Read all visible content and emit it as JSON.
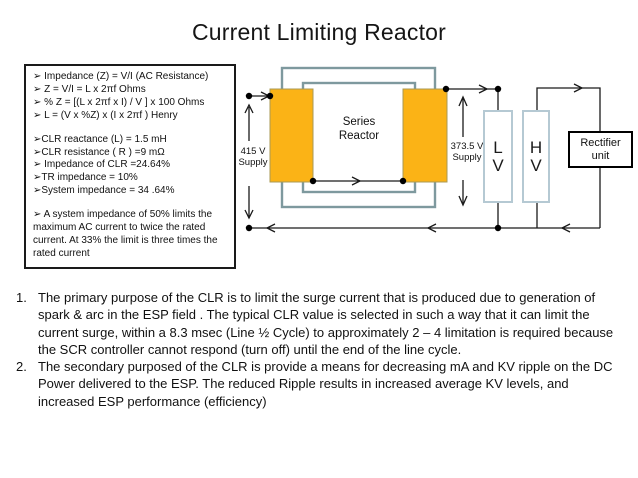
{
  "title": "Current Limiting Reactor",
  "info_box": {
    "lines": [
      "➢ Impedance (Z) = V/I (AC Resistance)",
      "➢ Z = V/I = L x 2πf  Ohms",
      "➢ % Z = [(L x 2πf x I) / V ] x 100 Ohms",
      "➢ L = (V x %Z) x (I x 2πf ) Henry",
      "",
      "➢CLR reactance (L) = 1.5 mH",
      "➢CLR resistance ( R ) =9 mΩ",
      "➢ Impedance of CLR =24.64%",
      "➢TR impedance = 10%",
      "➢System impedance = 34 .64%",
      "",
      "➢ A system impedance of 50% limits the maximum AC current to twice the rated current. At 33% the limit is three times the rated current"
    ]
  },
  "diagram": {
    "series_reactor_label": {
      "line1": "Series",
      "line2": "Reactor"
    },
    "supply_left": {
      "line1": "415 V",
      "line2": "Supply"
    },
    "supply_right": {
      "line1": "373.5 V",
      "line2": "Supply"
    },
    "lv_winding": {
      "line1": "L",
      "line2": "V"
    },
    "hv_winding": {
      "line1": "H",
      "line2": "V"
    },
    "rectifier": {
      "line1": "Rectifier",
      "line2": "unit"
    },
    "colors": {
      "coil_fill": "#fbb316",
      "core_outline": "#7e999e",
      "winding_border": "#b5c9d3",
      "wire": "#1a1a1a"
    }
  },
  "notes": [
    {
      "number": "1.",
      "text": "The primary purpose of the CLR is to limit the surge current that is produced due to generation of spark & arc in the ESP field . The typical CLR value is selected in such a way that it can limit the current surge, within a 8.3 msec (Line ½ Cycle) to approximately 2 – 4 limitation is required because the SCR controller cannot respond (turn off) until the end of the line cycle."
    },
    {
      "number": "2.",
      "text": "The secondary purposed of the CLR is provide a means for decreasing mA and KV ripple on the DC Power delivered to the ESP. The reduced Ripple results in increased average KV levels, and increased ESP performance (efficiency)"
    }
  ]
}
